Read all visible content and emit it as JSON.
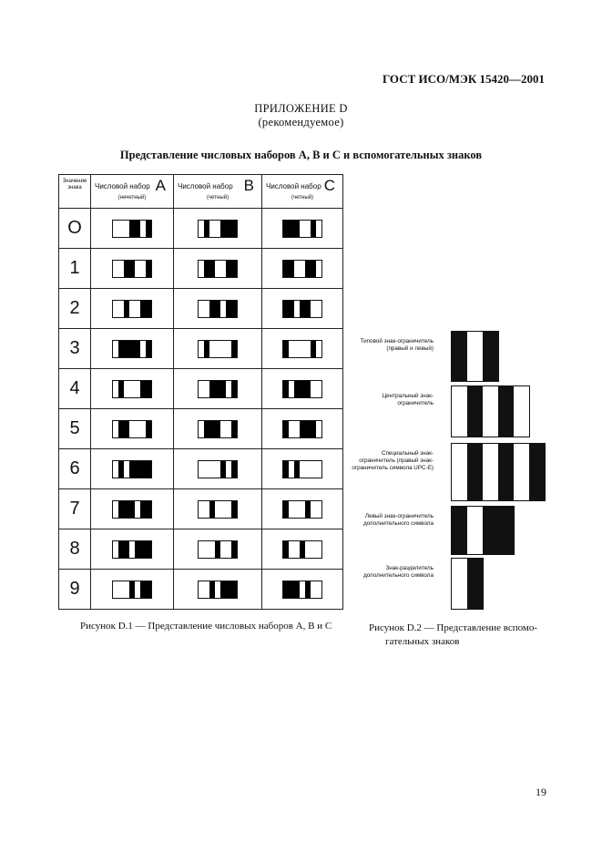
{
  "header": {
    "standard": "ГОСТ ИСО/МЭК 15420—2001"
  },
  "appendix": {
    "title": "ПРИЛОЖЕНИЕ D",
    "subtitle": "(рекомендуемое)"
  },
  "section_title": "Представление числовых наборов A, B и C и вспомогательных знаков",
  "table": {
    "col0_header": "Значение знака",
    "sets": [
      {
        "name": "Числовой набор",
        "letter": "A",
        "parity": "(нечетный)",
        "color": "#000000"
      },
      {
        "name": "Числовой набор",
        "letter": "B",
        "parity": "(четный)",
        "color": "#000000"
      },
      {
        "name": "Числовой набор",
        "letter": "C",
        "parity": "(четный)",
        "color": "#000000"
      }
    ],
    "rows": [
      {
        "digit": "O",
        "A": "0001101",
        "B": "0100111",
        "C": "1110010"
      },
      {
        "digit": "1",
        "A": "0011001",
        "B": "0110011",
        "C": "1100110"
      },
      {
        "digit": "2",
        "A": "0010011",
        "B": "0011011",
        "C": "1101100"
      },
      {
        "digit": "3",
        "A": "0111101",
        "B": "0100001",
        "C": "1000010"
      },
      {
        "digit": "4",
        "A": "0100011",
        "B": "0011101",
        "C": "1011100"
      },
      {
        "digit": "5",
        "A": "0110001",
        "B": "0111001",
        "C": "1001110"
      },
      {
        "digit": "6",
        "A": "0101111",
        "B": "0000101",
        "C": "1010000"
      },
      {
        "digit": "7",
        "A": "0111011",
        "B": "0010001",
        "C": "1000100"
      },
      {
        "digit": "8",
        "A": "0110111",
        "B": "0001001",
        "C": "1001000"
      },
      {
        "digit": "9",
        "A": "0001011",
        "B": "0010111",
        "C": "1110100"
      }
    ]
  },
  "figure1_caption": "Рисунок D.1 — Представление числовых наборов A, B и C",
  "aux": [
    {
      "label": "Типовой знак-ограничитель (правый и левый)",
      "pattern": "101"
    },
    {
      "label": "Центральный знак-ограничитель",
      "pattern": "01010"
    },
    {
      "label": "Специальный знак-ограничитель (правый знак-ограничитель символа UPC-E)",
      "pattern": "010101"
    },
    {
      "label": "Левый знак-ограничитель дополнительного символа",
      "pattern": "1011"
    },
    {
      "label": "Знак-разделитель дополнительного символа",
      "pattern": "01"
    }
  ],
  "figure2_caption_line1": "Рисунок D.2 — Представление вспомо-",
  "figure2_caption_line2": "гательных знаков",
  "page_number": "19"
}
